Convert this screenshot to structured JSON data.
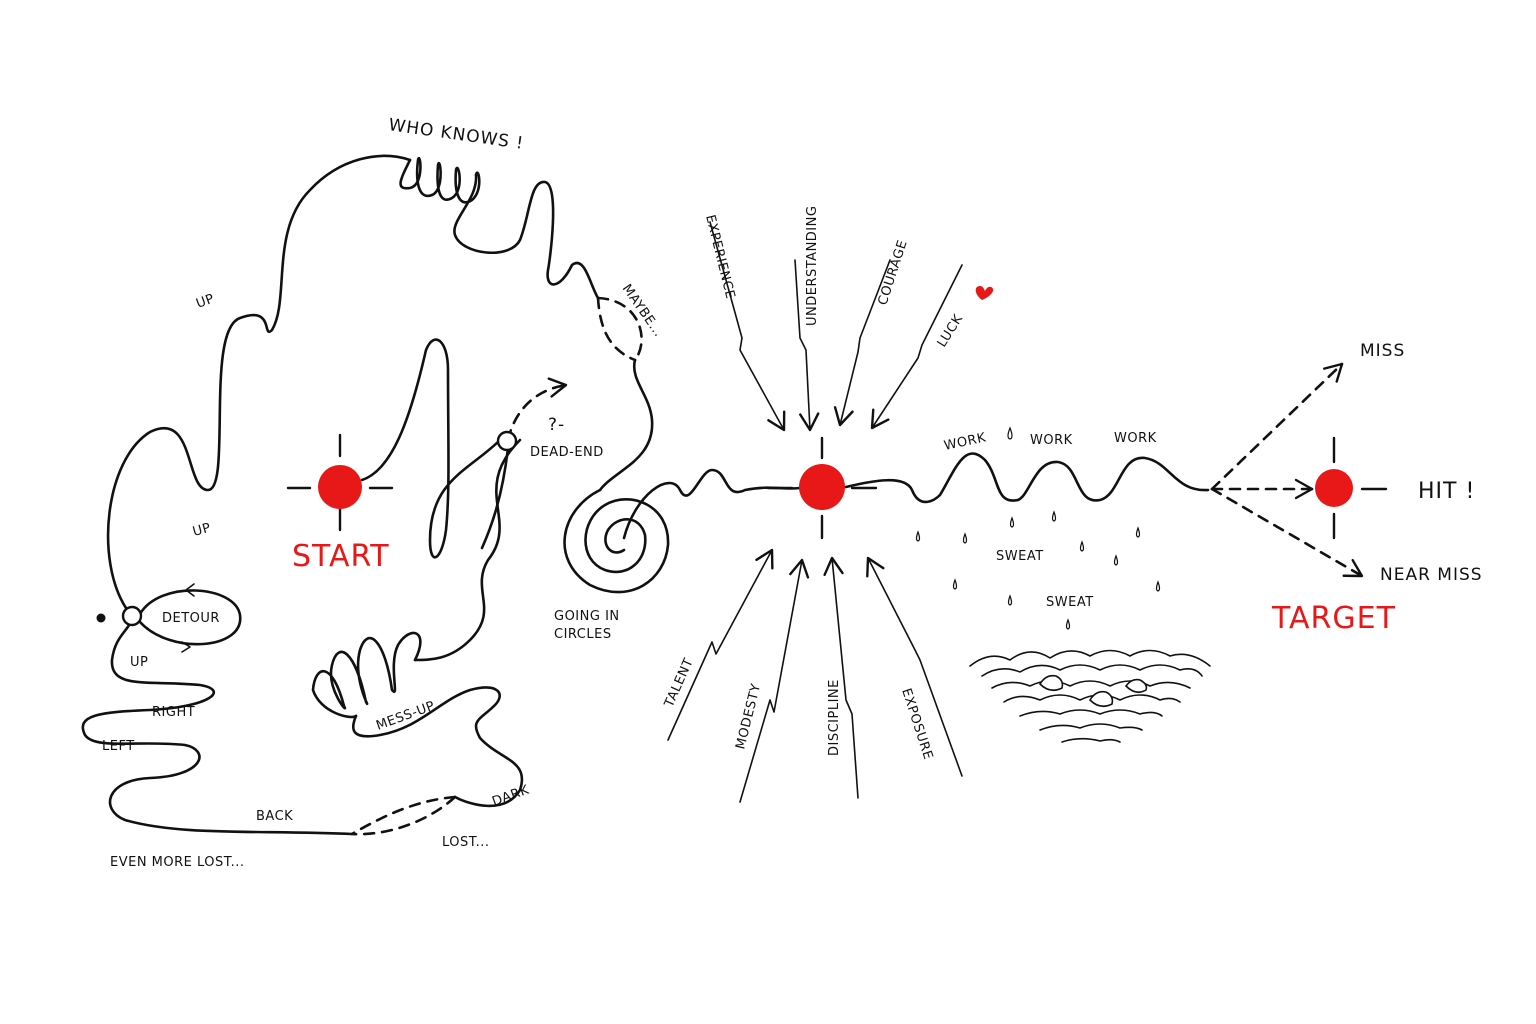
{
  "colors": {
    "accent": "#e81818",
    "ink": "#111111",
    "background": "#ffffff"
  },
  "labels": {
    "start": "START",
    "target": "TARGET",
    "hit": "HIT !",
    "miss": "MISS",
    "near_miss": "NEAR MISS",
    "who_knows": "WHO KNOWS !",
    "maybe": "MAYBE...",
    "dead_end": "DEAD-END",
    "question": "?-",
    "going_in_circles_1": "GOING IN",
    "going_in_circles_2": "CIRCLES",
    "up_top": "UP",
    "up_mid": "UP",
    "up_low": "UP",
    "detour": "DETOUR",
    "right": "RIGHT",
    "left": "LEFT",
    "back": "BACK",
    "dark": "DARK",
    "lost": "LOST...",
    "even_more_lost": "EVEN MORE LOST...",
    "mess_up": "MESS-UP",
    "work_1": "WORK",
    "work_2": "WORK",
    "work_3": "WORK",
    "sweat_1": "SWEAT",
    "sweat_2": "SWEAT"
  },
  "forces_top": [
    {
      "label": "EXPERIENCE"
    },
    {
      "label": "UNDERSTANDING"
    },
    {
      "label": "COURAGE"
    },
    {
      "label": "LUCK"
    }
  ],
  "forces_bottom": [
    {
      "label": "TALENT"
    },
    {
      "label": "MODESTY"
    },
    {
      "label": "DISCIPLINE"
    },
    {
      "label": "EXPOSURE"
    }
  ],
  "icons": {
    "start_marker": "red-dot-crosshair",
    "midpoint_marker": "red-dot-crosshair",
    "target_marker": "red-dot-crosshair",
    "luck_mark": "red-heart-dot",
    "sweat_pool": "water-with-rocks"
  }
}
